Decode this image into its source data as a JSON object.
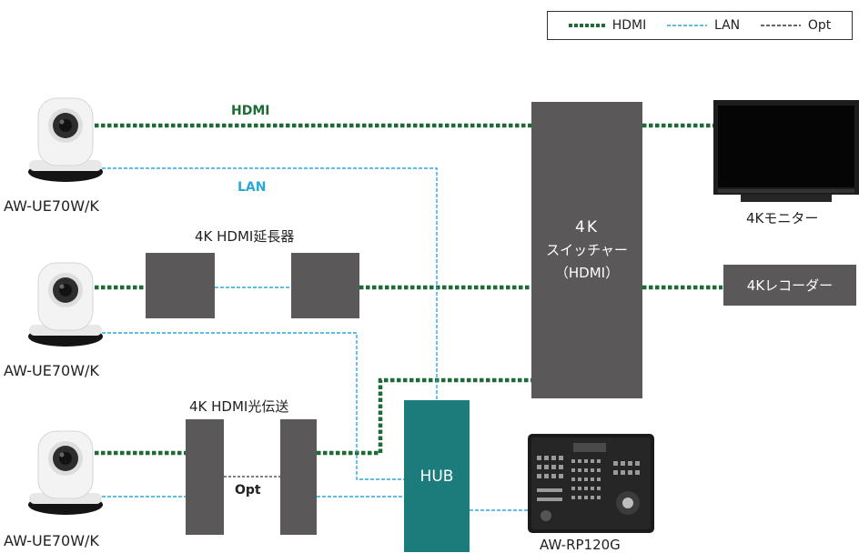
{
  "colors": {
    "hdmi": "#1f6b35",
    "lan": "#2aa9d8",
    "opt": "#333333",
    "device_box": "#5a5859",
    "hub": "#1c7b7b",
    "hdmi_label": "#1f6b35",
    "lan_label": "#2aa9d8"
  },
  "legend": {
    "hdmi": "HDMI",
    "lan": "LAN",
    "opt": "Opt"
  },
  "cameras": [
    {
      "label": "AW-UE70W/K"
    },
    {
      "label": "AW-UE70W/K"
    },
    {
      "label": "AW-UE70W/K"
    }
  ],
  "labels": {
    "hdmi_top": "HDMI",
    "lan_top": "LAN",
    "extender": "4K HDMI延長器",
    "optical": "4K HDMI光伝送",
    "opt_link": "Opt"
  },
  "switcher": {
    "line1": "4K",
    "line2": "スイッチャー",
    "line3": "（HDMI）"
  },
  "hub": {
    "label": "HUB"
  },
  "monitor": {
    "label": "4Kモニター"
  },
  "recorder": {
    "label": "4Kレコーダー"
  },
  "controller": {
    "label": "AW-RP120G"
  }
}
